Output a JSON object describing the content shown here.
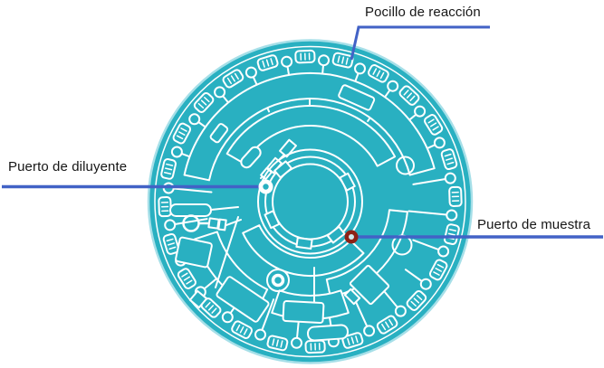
{
  "colors": {
    "background": "#ffffff",
    "disc_fill": "#29b0c1",
    "disc_edge": "#a6dfe8",
    "channel_white": "#ffffff",
    "callout_blue": "#4262c6",
    "sample_port_red": "#8e2116",
    "sample_port_center": "#cfe9ee",
    "label_text": "#161616"
  },
  "annotations": {
    "reaction_well": {
      "label": "Pocillo de reacción"
    },
    "diluent_port": {
      "label": "Puerto de diluyente"
    },
    "sample_port": {
      "label": "Puerto de muestra"
    }
  }
}
